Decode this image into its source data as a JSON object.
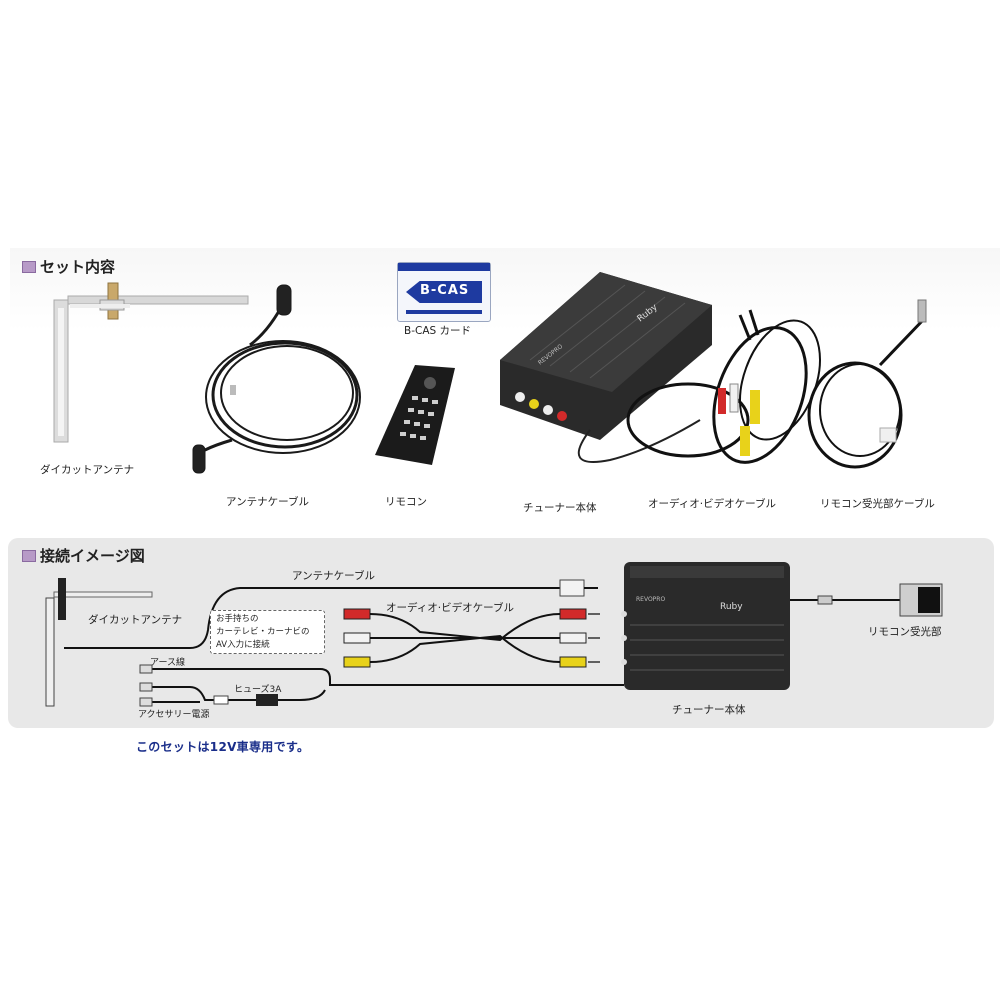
{
  "set_contents": {
    "heading": "セット内容",
    "items": {
      "antenna": "ダイカットアンテナ",
      "antenna_cable": "アンテナケーブル",
      "bcas_card": "B-CAS カード",
      "bcas_logo": "B-CAS",
      "remote": "リモコン",
      "tuner": "チューナー本体",
      "av_cable": "オーディオ·ビデオケーブル",
      "remote_receiver_cable": "リモコン受光部ケーブル"
    }
  },
  "connection": {
    "heading": "接続イメージ図",
    "labels": {
      "antenna_cable": "アンテナケーブル",
      "diecut_antenna": "ダイカットアンテナ",
      "av_cable": "オーディオ·ビデオケーブル",
      "ground": "アース線",
      "fuse": "ヒューズ3A",
      "accessory": "アクセサリー電源",
      "tuner": "チューナー本体",
      "remote_receiver": "リモコン受光部"
    },
    "memo": [
      "お手持ちの",
      "カーテレビ・カーナビの",
      "AV入力に接続"
    ]
  },
  "note": "このセットは12V車専用です。",
  "colors": {
    "heading_square": "#b79ac7",
    "note_text": "#1a2e8a",
    "bcas_blue": "#1e3aa0",
    "rca_red": "#d22a2a",
    "rca_white": "#f2f2f2",
    "rca_yellow": "#e8d21a"
  }
}
